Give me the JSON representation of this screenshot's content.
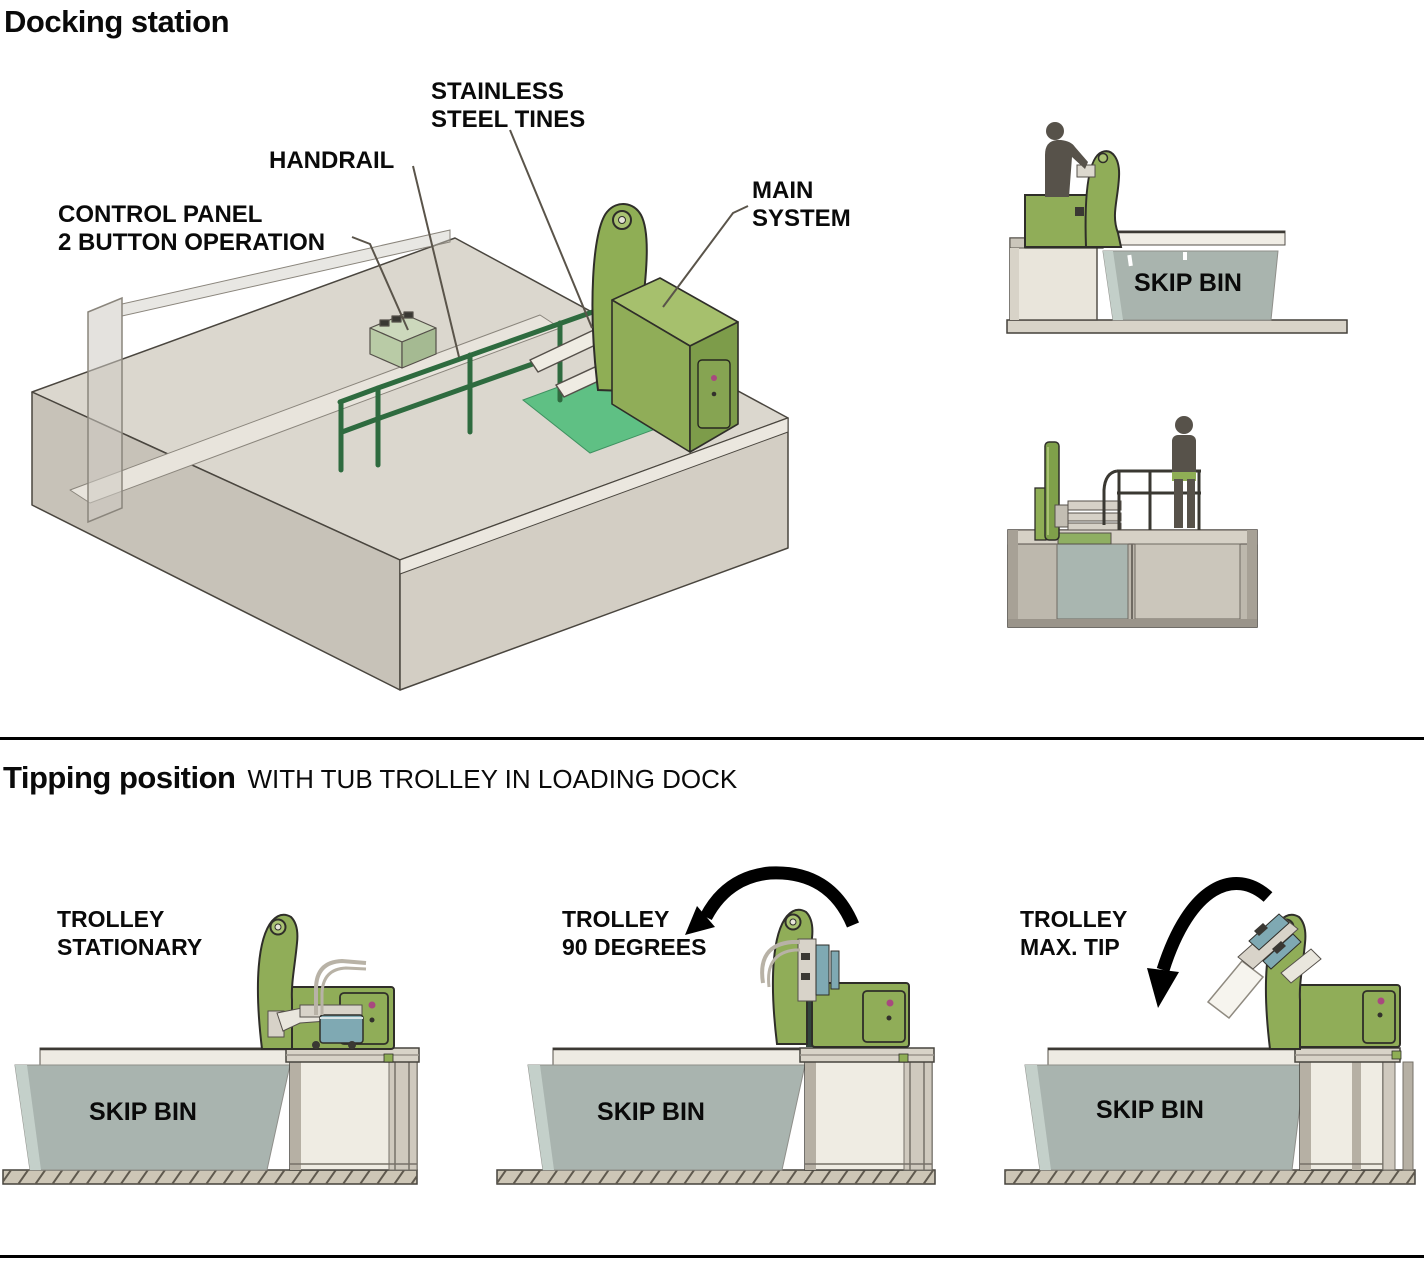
{
  "colors": {
    "machine_green": "#90ad58",
    "machine_green_dark": "#7d9c4a",
    "machine_green_light": "#a9c272",
    "handrail_green": "#2e6b3f",
    "mat_green": "#5fc084",
    "skip_bin_grey": "#a9b4af",
    "tub_teal": "#7fa9b3",
    "ground_tan": "#cdc6b6",
    "indicator_pink": "#a8497f"
  },
  "docking_station": {
    "title": "Docking station",
    "callouts": {
      "tines": {
        "line1": "STAINLESS",
        "line2": "STEEL TINES"
      },
      "handrail": {
        "line1": "HANDRAIL"
      },
      "control_panel": {
        "line1": "CONTROL PANEL",
        "line2": "2 BUTTON OPERATION"
      },
      "main_system": {
        "line1": "MAIN",
        "line2": "SYSTEM"
      }
    },
    "side_view_top": {
      "bin_label": "SKIP BIN"
    }
  },
  "tipping_position": {
    "title": "Tipping position",
    "subtitle": "WITH TUB TROLLEY IN LOADING DOCK",
    "panels": [
      {
        "label_line1": "TROLLEY",
        "label_line2": "STATIONARY",
        "bin_label": "SKIP BIN"
      },
      {
        "label_line1": "TROLLEY",
        "label_line2": "90 DEGREES",
        "bin_label": "SKIP BIN"
      },
      {
        "label_line1": "TROLLEY",
        "label_line2": "MAX. TIP",
        "bin_label": "SKIP BIN"
      }
    ]
  }
}
